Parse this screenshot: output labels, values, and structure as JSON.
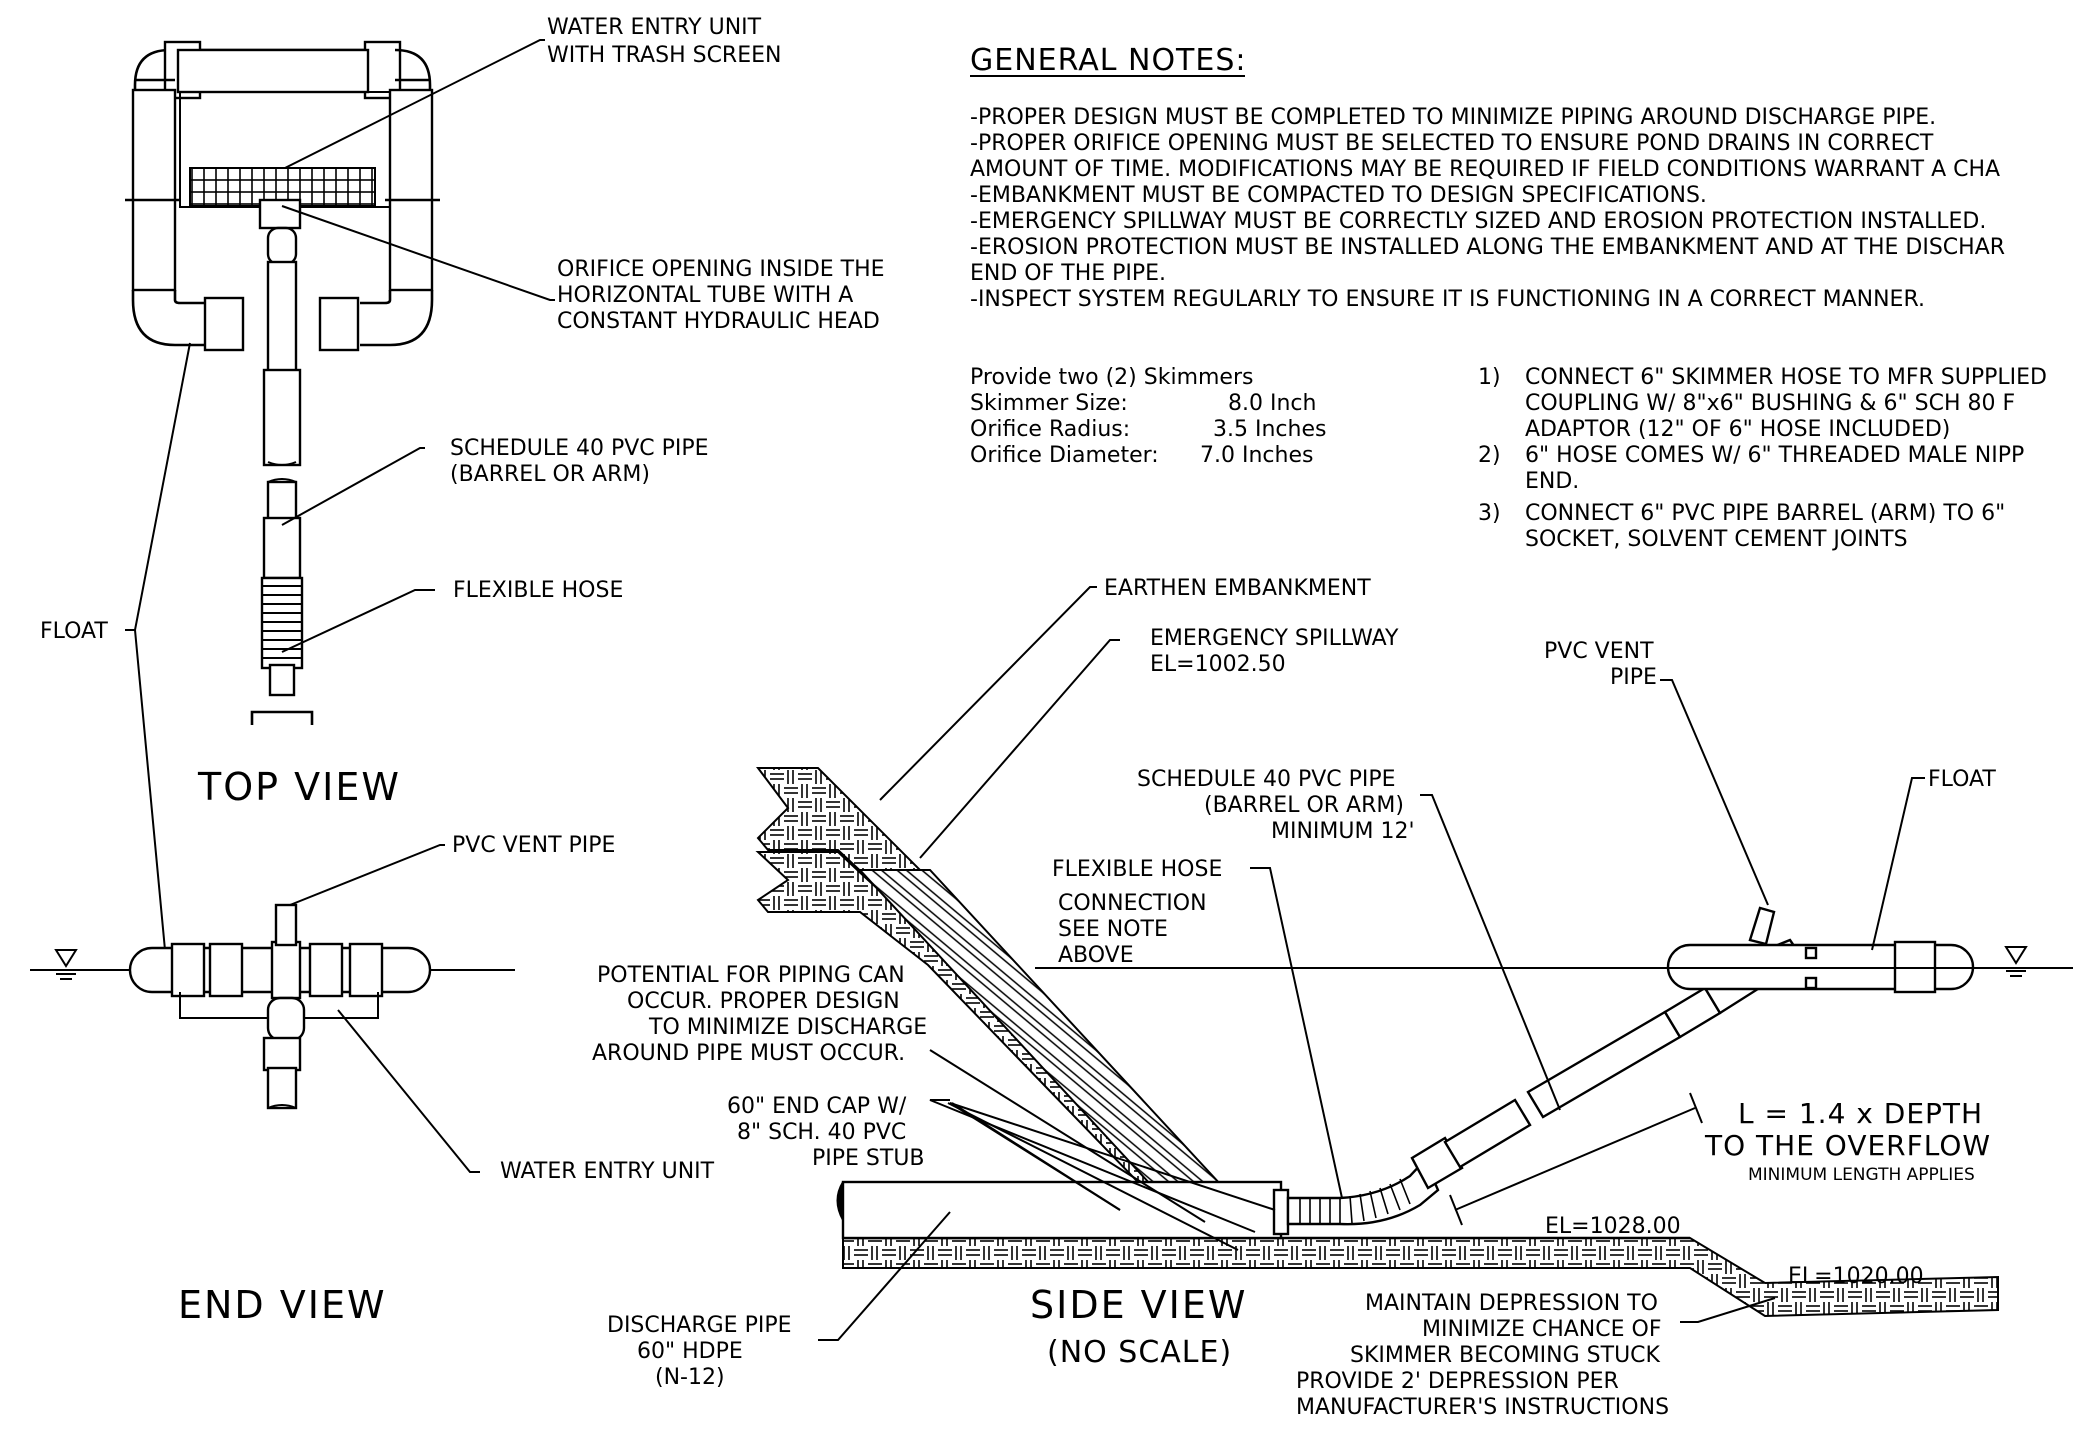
{
  "top_view": {
    "title": "TOP VIEW",
    "label_water_entry_1": "WATER ENTRY UNIT",
    "label_water_entry_2": "WITH TRASH SCREEN",
    "label_orifice_1": "ORIFICE OPENING INSIDE THE",
    "label_orifice_2": "HORIZONTAL TUBE WITH A",
    "label_orifice_3": "CONSTANT HYDRAULIC HEAD",
    "label_pipe_1": "SCHEDULE 40 PVC PIPE",
    "label_pipe_2": "(BARREL OR ARM)",
    "label_hose": "FLEXIBLE HOSE",
    "label_float": "FLOAT"
  },
  "end_view": {
    "title": "END VIEW",
    "label_vent": "PVC VENT PIPE",
    "label_water_entry": "WATER ENTRY UNIT"
  },
  "general_notes": {
    "heading": "GENERAL NOTES:",
    "lines": [
      "-PROPER DESIGN MUST BE COMPLETED TO MINIMIZE PIPING AROUND DISCHARGE PIPE.",
      "-PROPER ORIFICE OPENING MUST BE SELECTED TO ENSURE POND DRAINS IN CORRECT",
      "AMOUNT OF TIME.  MODIFICATIONS MAY BE REQUIRED IF FIELD CONDITIONS WARRANT A CHA",
      "-EMBANKMENT MUST BE COMPACTED TO DESIGN SPECIFICATIONS.",
      "-EMERGENCY SPILLWAY MUST BE CORRECTLY SIZED AND EROSION PROTECTION INSTALLED.",
      "-EROSION PROTECTION MUST BE INSTALLED ALONG THE EMBANKMENT AND AT THE DISCHAR",
      "END OF THE PIPE.",
      "-INSPECT SYSTEM REGULARLY TO ENSURE IT IS FUNCTIONING IN A CORRECT MANNER."
    ]
  },
  "skimmer_spec": {
    "provide": "Provide two (2) Skimmers",
    "size_label": "Skimmer Size:",
    "size_value": "8.0 Inch",
    "radius_label": "Orifice Radius:",
    "radius_value": "3.5 Inches",
    "diameter_label": "Orifice Diameter:",
    "diameter_value": "7.0 Inches"
  },
  "connection_notes": {
    "n1_num": "1)",
    "n1_a": "CONNECT 6\" SKIMMER HOSE TO MFR SUPPLIED",
    "n1_b": "COUPLING W/ 8\"x6\" BUSHING & 6\" SCH 80 F",
    "n1_c": "ADAPTOR (12\" OF 6\" HOSE INCLUDED)",
    "n2_num": "2)",
    "n2_a": "6\" HOSE COMES W/ 6\" THREADED MALE NIPP",
    "n2_b": "END.",
    "n3_num": "3)",
    "n3_a": "CONNECT 6\" PVC PIPE BARREL (ARM) TO 6\"",
    "n3_b": "SOCKET, SOLVENT CEMENT JOINTS"
  },
  "side_view": {
    "title": "SIDE VIEW",
    "subtitle": "(NO SCALE)",
    "earthen": "EARTHEN EMBANKMENT",
    "spillway_1": "EMERGENCY SPILLWAY",
    "spillway_2": "EL=1002.50",
    "pvc_vent_1": "PVC VENT",
    "pvc_vent_2": "PIPE",
    "float": "FLOAT",
    "pipe_1": "SCHEDULE 40 PVC PIPE",
    "pipe_2": "(BARREL OR ARM)",
    "pipe_3": "MINIMUM 12'",
    "hose": "FLEXIBLE HOSE",
    "conn_1": "CONNECTION",
    "conn_2": "SEE NOTE",
    "conn_3": "ABOVE",
    "piping_1": "POTENTIAL FOR PIPING CAN",
    "piping_2": "OCCUR.  PROPER DESIGN",
    "piping_3": "TO MINIMIZE DISCHARGE",
    "piping_4": "AROUND PIPE MUST OCCUR.",
    "endcap_1": "60\" END CAP W/",
    "endcap_2": "8\" SCH. 40 PVC",
    "endcap_3": "PIPE STUB",
    "length_1": "L  =  1.4  x  DEPTH",
    "length_2": "TO THE OVERFLOW",
    "length_3": "MINIMUM LENGTH APPLIES",
    "el_1028": "EL=1028.00",
    "el_1020": "EL=1020.00",
    "discharge_1": "DISCHARGE PIPE",
    "discharge_2": "60\" HDPE",
    "discharge_3": "(N-12)",
    "depression_1": "MAINTAIN DEPRESSION TO",
    "depression_2": "MINIMIZE CHANCE OF",
    "depression_3": "SKIMMER BECOMING STUCK",
    "depression_4": "PROVIDE 2' DEPRESSION PER",
    "depression_5": "MANUFACTURER'S INSTRUCTIONS"
  }
}
